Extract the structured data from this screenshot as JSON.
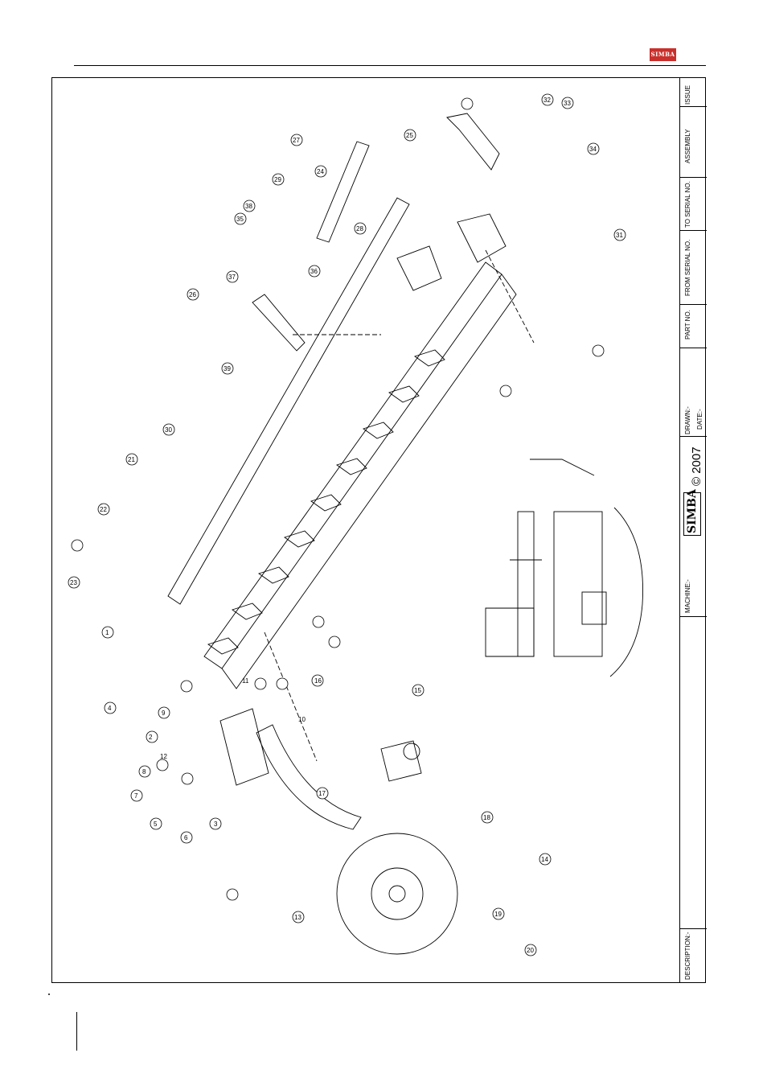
{
  "header": {
    "brand_logo_text": "SIMBA"
  },
  "title_block": {
    "issue": "ISSUE",
    "assembly": "ASSEMBLY",
    "to_serial_no": "TO SERIAL NO.",
    "from_serial_no": "FROM SERIAL NO.",
    "part_no": "PART NO.",
    "drawn": "DRAWN:-",
    "date": "DATE:-",
    "brand": "SIMBA",
    "copyright": "© 2007",
    "machine": "MACHINE:-",
    "description": "DESCRIPTION:-"
  },
  "callouts": [
    "1",
    "2",
    "3",
    "4",
    "5",
    "6",
    "7",
    "8",
    "9",
    "10",
    "11",
    "12",
    "13",
    "14",
    "15",
    "16",
    "17",
    "18",
    "19",
    "20",
    "21",
    "22",
    "23",
    "24",
    "25",
    "26",
    "27",
    "28",
    "29",
    "30",
    "31",
    "32",
    "33",
    "34",
    "35",
    "36",
    "37",
    "38",
    "39"
  ],
  "colors": {
    "line": "#000000",
    "logo_red": "#c9302c"
  }
}
